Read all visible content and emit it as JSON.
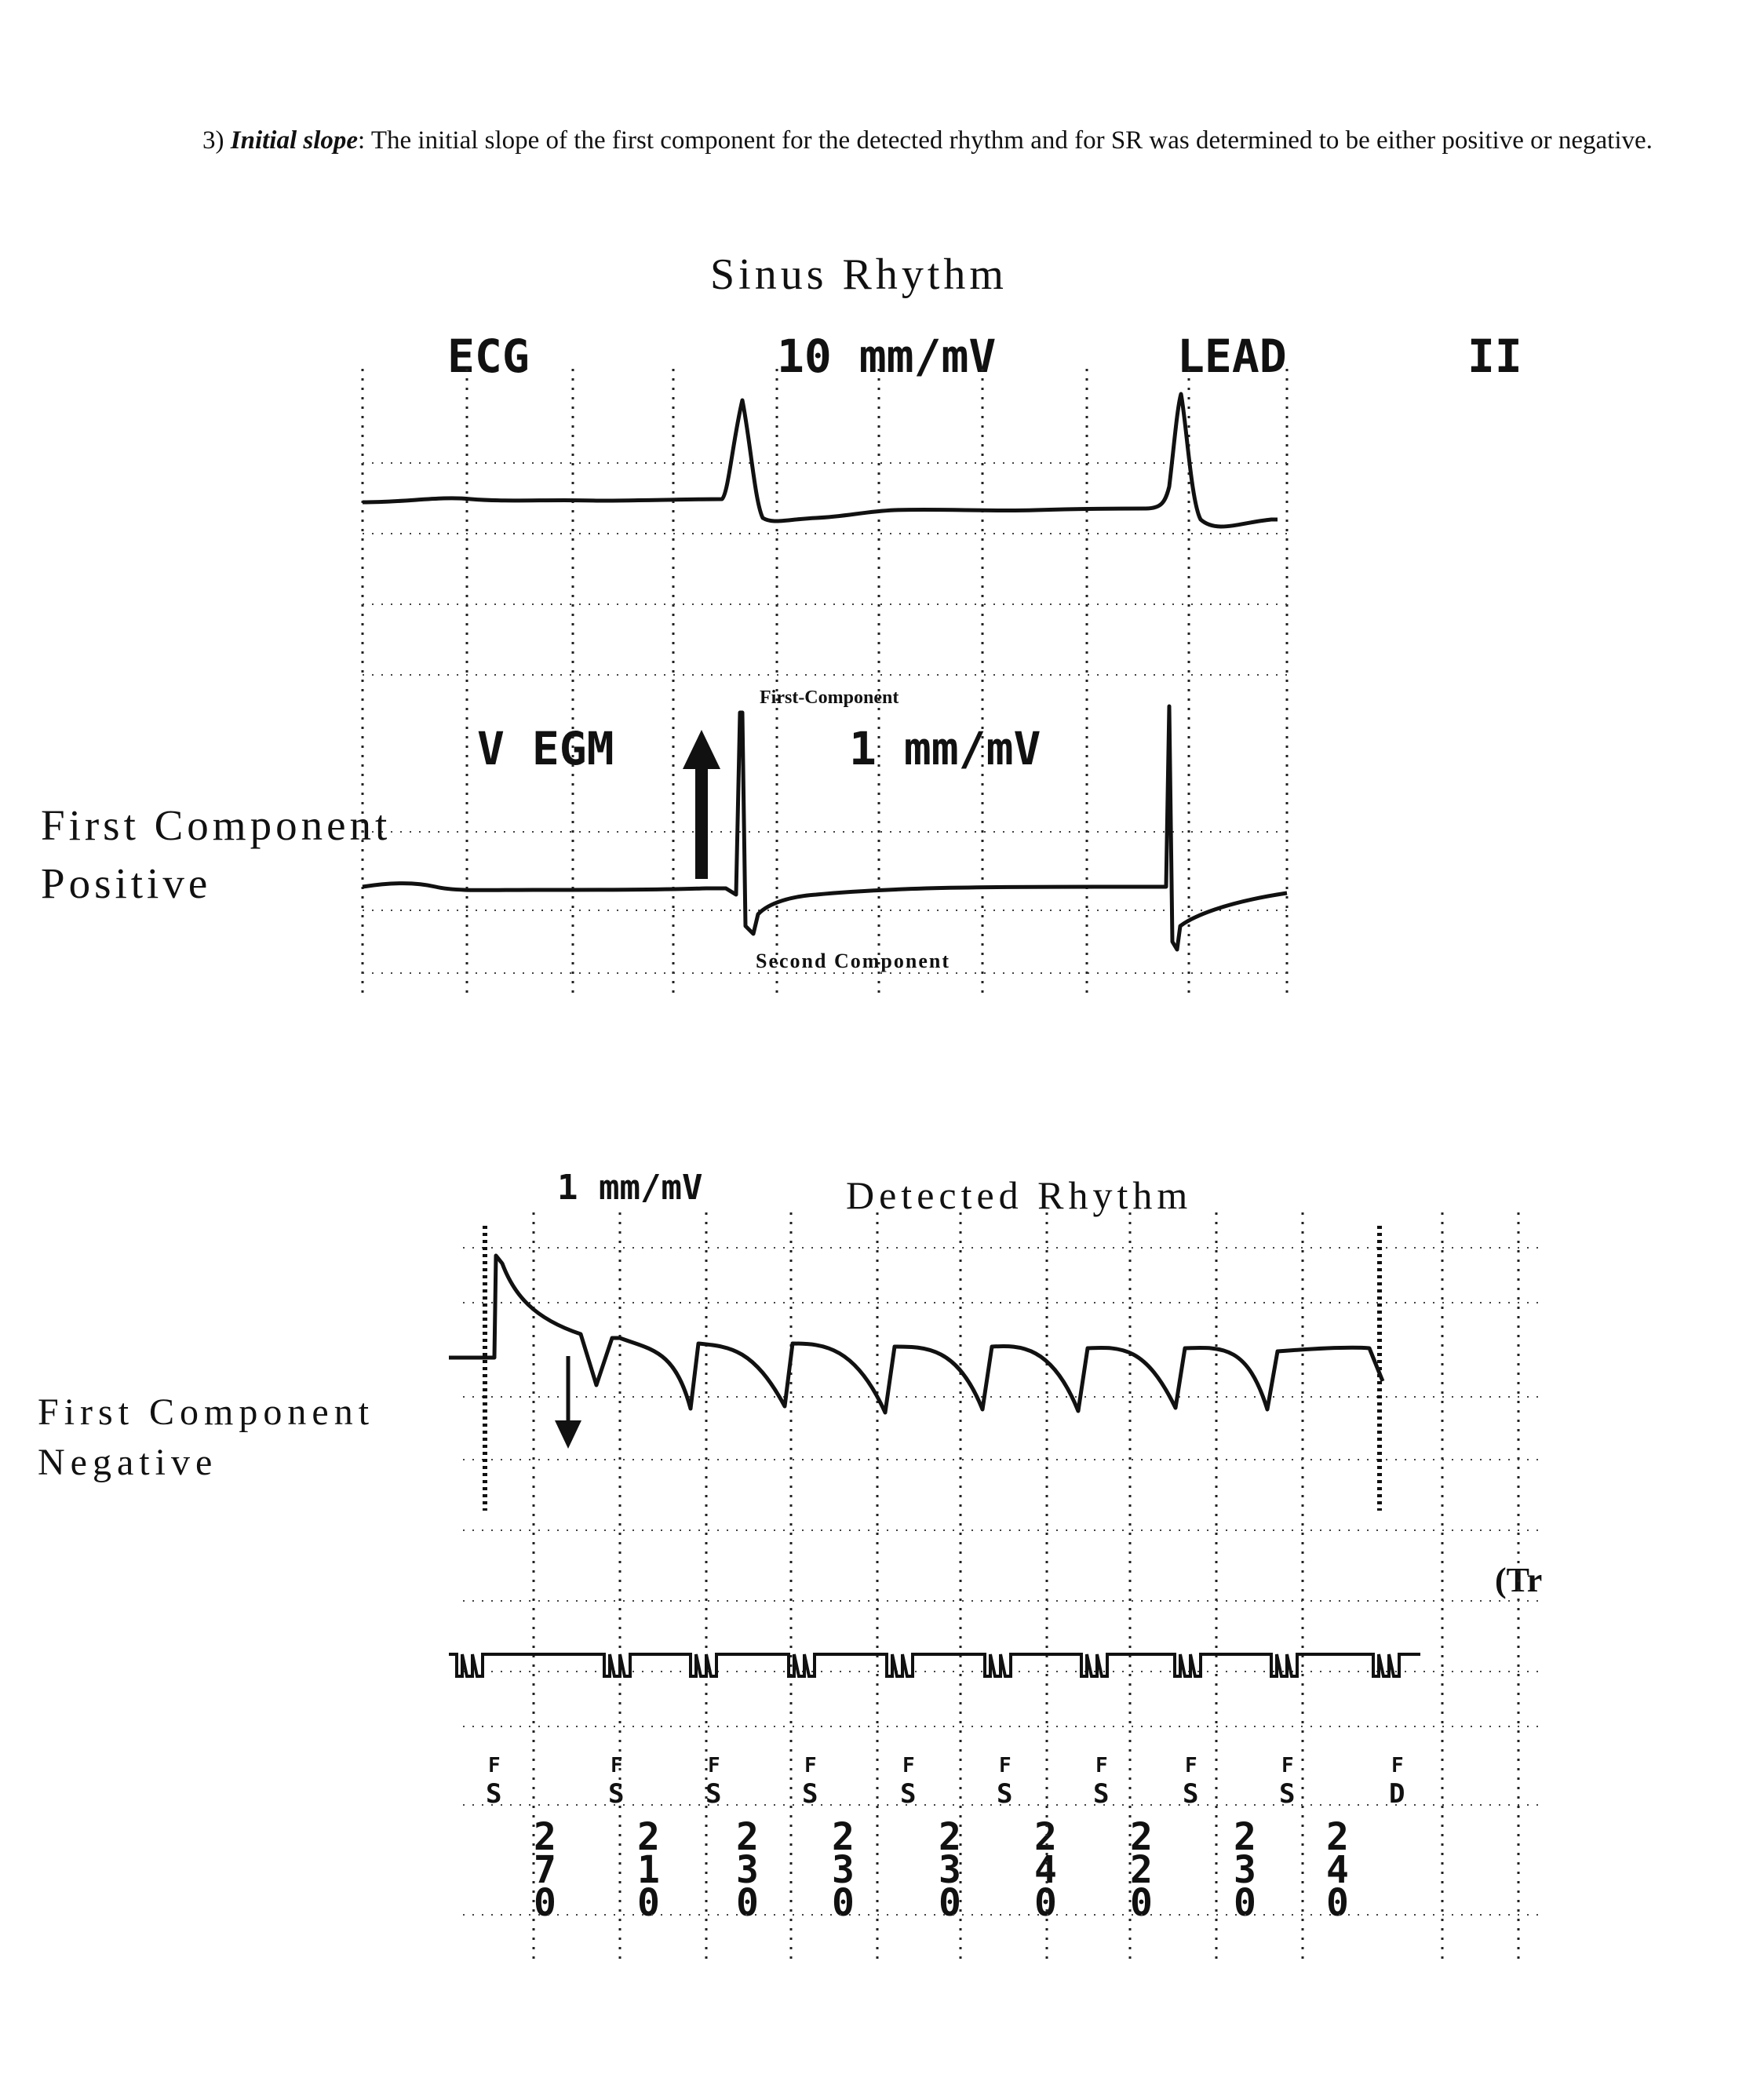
{
  "paragraph": {
    "number": "3)",
    "term": "Initial slope",
    "text": ": The initial slope of the first component for the detected rhythm and for SR was determined to be either positive or negative."
  },
  "sinus_panel": {
    "title": "Sinus Rhythm",
    "ecg_label": "ECG",
    "ecg_scale": "10 mm/mV",
    "lead_label": "LEAD",
    "lead_value": "II",
    "egm_label": "V EGM",
    "egm_scale": "1 mm/mV",
    "first_component_note": "First-Component",
    "second_component_note": "Second Component",
    "side_label_line1": "First Component",
    "side_label_line2": "Positive"
  },
  "detected_panel": {
    "scale": "1 mm/mV",
    "title": "Detected Rhythm",
    "side_label_line1": "First Component",
    "side_label_line2": "Negative",
    "cutoff_text": "(Tr",
    "markers": [
      {
        "top": "F",
        "bottom": "S"
      },
      {
        "top": "F",
        "bottom": "S"
      },
      {
        "top": "F",
        "bottom": "S"
      },
      {
        "top": "F",
        "bottom": "S"
      },
      {
        "top": "F",
        "bottom": "S"
      },
      {
        "top": "F",
        "bottom": "S"
      },
      {
        "top": "F",
        "bottom": "S"
      },
      {
        "top": "F",
        "bottom": "S"
      },
      {
        "top": "F",
        "bottom": "S"
      },
      {
        "top": "F",
        "bottom": "D"
      }
    ],
    "intervals": [
      [
        "2",
        "7",
        "0"
      ],
      [
        "2",
        "1",
        "0"
      ],
      [
        "2",
        "3",
        "0"
      ],
      [
        "2",
        "3",
        "0"
      ],
      [
        "2",
        "3",
        "0"
      ],
      [
        "2",
        "4",
        "0"
      ],
      [
        "2",
        "2",
        "0"
      ],
      [
        "2",
        "3",
        "0"
      ],
      [
        "2",
        "4",
        "0"
      ]
    ]
  },
  "colors": {
    "ink": "#111111",
    "paper": "#ffffff"
  }
}
